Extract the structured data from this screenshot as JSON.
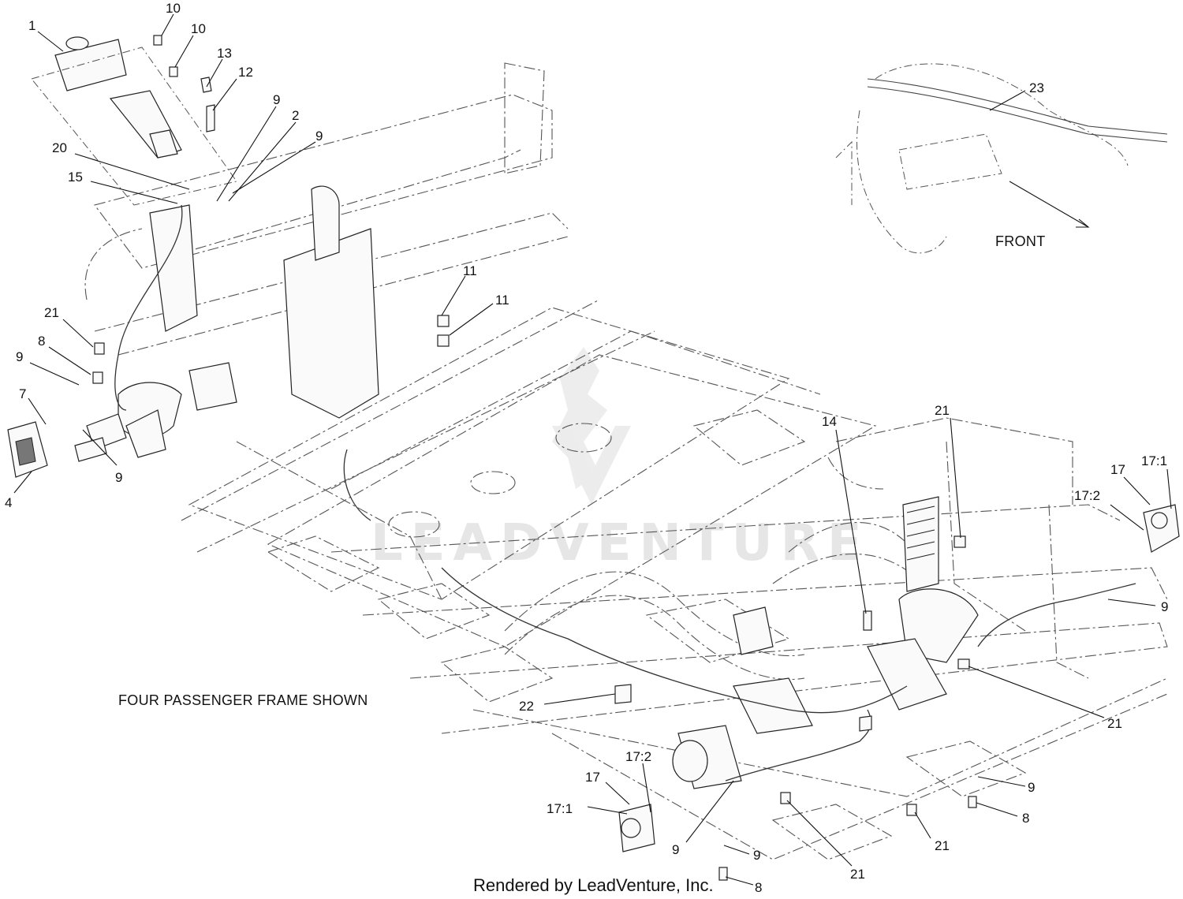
{
  "watermark": "LEADVENTURE",
  "notes": {
    "frame_shown": "FOUR PASSENGER FRAME SHOWN",
    "front": "FRONT",
    "rendered_by": "Rendered by LeadVenture, Inc."
  },
  "callouts": [
    {
      "id": "c1",
      "text": "1"
    },
    {
      "id": "c10a",
      "text": "10"
    },
    {
      "id": "c10b",
      "text": "10"
    },
    {
      "id": "c13",
      "text": "13"
    },
    {
      "id": "c12",
      "text": "12"
    },
    {
      "id": "c9a",
      "text": "9"
    },
    {
      "id": "c2",
      "text": "2"
    },
    {
      "id": "c9b",
      "text": "9"
    },
    {
      "id": "c20",
      "text": "20"
    },
    {
      "id": "c15",
      "text": "15"
    },
    {
      "id": "c23",
      "text": "23"
    },
    {
      "id": "c11a",
      "text": "11"
    },
    {
      "id": "c11b",
      "text": "11"
    },
    {
      "id": "c21a",
      "text": "21"
    },
    {
      "id": "c8a",
      "text": "8"
    },
    {
      "id": "c9c",
      "text": "9"
    },
    {
      "id": "c7",
      "text": "7"
    },
    {
      "id": "c9d",
      "text": "9"
    },
    {
      "id": "c4",
      "text": "4"
    },
    {
      "id": "c14",
      "text": "14"
    },
    {
      "id": "c21b",
      "text": "21"
    },
    {
      "id": "c17a",
      "text": "17"
    },
    {
      "id": "c17-1a",
      "text": "17:1"
    },
    {
      "id": "c17-2a",
      "text": "17:2"
    },
    {
      "id": "c9e",
      "text": "9"
    },
    {
      "id": "c21c",
      "text": "21"
    },
    {
      "id": "c22",
      "text": "22"
    },
    {
      "id": "c17b",
      "text": "17"
    },
    {
      "id": "c17-2b",
      "text": "17:2"
    },
    {
      "id": "c17-1b",
      "text": "17:1"
    },
    {
      "id": "c9f",
      "text": "9"
    },
    {
      "id": "c9g",
      "text": "9"
    },
    {
      "id": "c8b",
      "text": "8"
    },
    {
      "id": "c21d",
      "text": "21"
    },
    {
      "id": "c9h",
      "text": "9"
    },
    {
      "id": "c8c",
      "text": "8"
    },
    {
      "id": "c21e",
      "text": "21"
    }
  ]
}
